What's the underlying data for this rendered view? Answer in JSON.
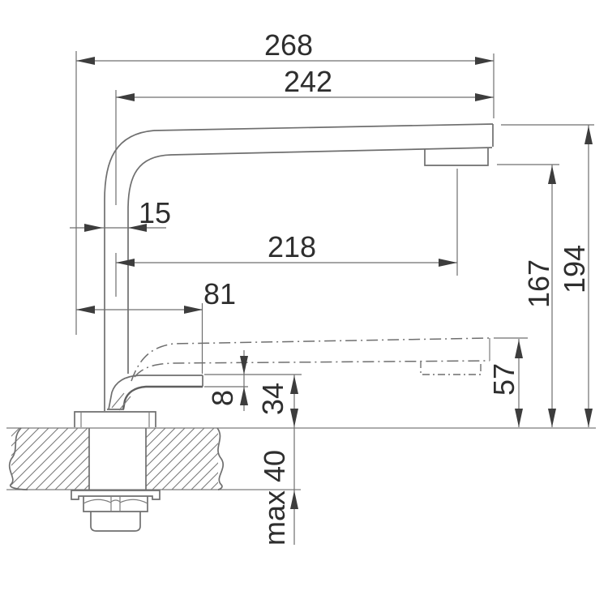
{
  "drawing": {
    "kind": "technical-dimension-drawing",
    "subject": "kitchen faucet side elevation with worktop mounting cross-section",
    "units_implied": "mm",
    "colors": {
      "background": "#ffffff",
      "body_line": "#6f6f6f",
      "dimension_line": "#6f6f6f",
      "arrow": "#3d3d3d",
      "text": "#2e2e2e"
    },
    "labels": {
      "width_overall": "268",
      "width_spout_tip": "242",
      "pipe_width": "15",
      "width_aerator": "218",
      "width_handle": "81",
      "handle_thickness": "8",
      "clearance_lowered": "34",
      "counter_thickness_max": "max 40",
      "height_lowered_spout": "57",
      "height_aerator": "167",
      "height_spout_top": "194"
    }
  }
}
